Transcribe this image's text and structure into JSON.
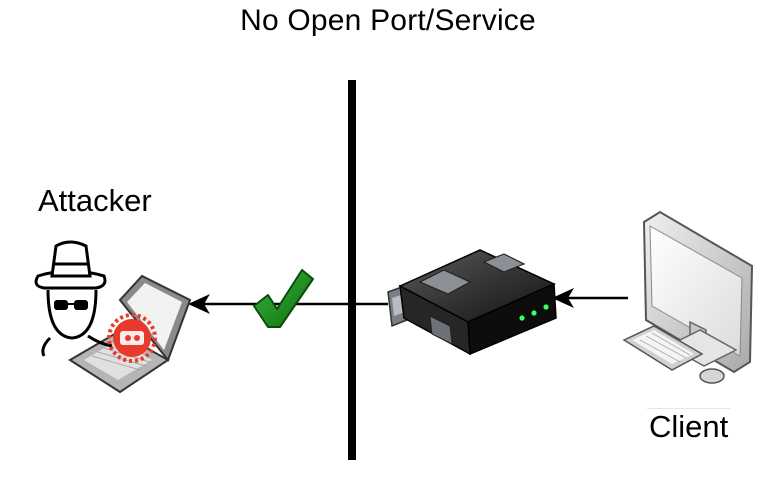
{
  "title": "No Open Port/Service",
  "nodes": {
    "attacker": {
      "label": "Attacker",
      "icon": "hacker-laptop-icon"
    },
    "router": {
      "icon": "router-icon"
    },
    "client": {
      "label": "Client",
      "icon": "desktop-computer-icon"
    }
  },
  "status_icon": "checkmark-icon",
  "colors": {
    "check": "#1f8c1f",
    "line": "#000000",
    "router_body": "#1a1a1a",
    "router_leds": "#3dff6a",
    "malware_badge": "#e8392b"
  }
}
